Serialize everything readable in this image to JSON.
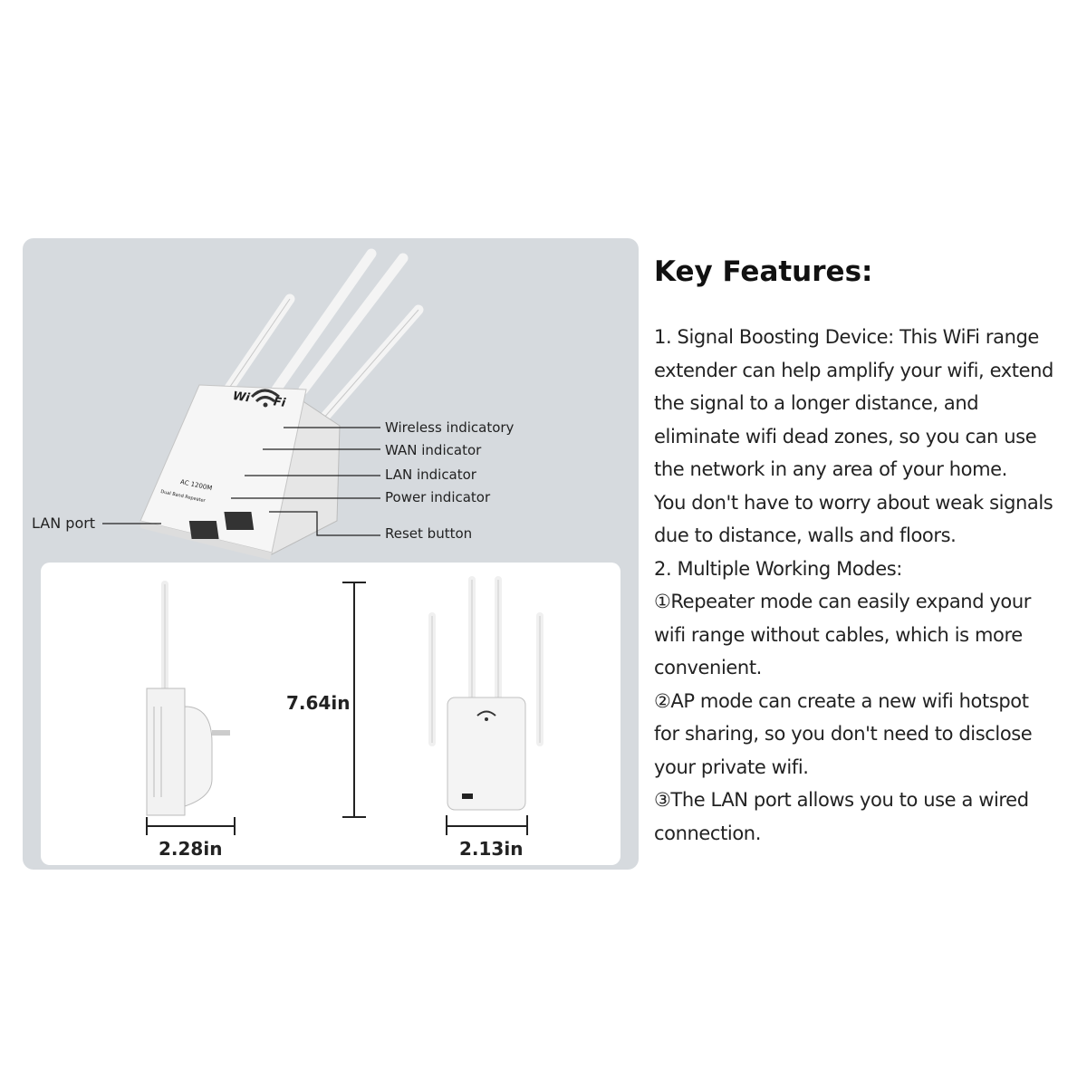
{
  "device": {
    "brand_lettering": "Wi Fi",
    "model_lettering": "AC 1200M",
    "type_lettering": "Dual Band Repeater"
  },
  "callouts": {
    "wireless": "Wireless indicatory",
    "wan": "WAN indicator",
    "lan": "LAN indicator",
    "power": "Power indicator",
    "reset": "Reset button",
    "lan_port": "LAN port"
  },
  "dimensions": {
    "height": "7.64in",
    "depth": "2.28in",
    "width": "2.13in"
  },
  "features": {
    "title": "Key Features:",
    "lines": [
      "1. Signal Boosting Device: This WiFi range",
      "extender can help amplify your wifi, extend",
      "the signal to a longer distance, and",
      "eliminate wifi dead zones, so you can use",
      "the network in any area of your home.",
      "You don't have to worry about weak signals",
      " due to distance, walls and floors.",
      "2. Multiple Working Modes:",
      "①Repeater mode can easily expand your",
      "wifi range without cables, which is more",
      " convenient.",
      "②AP mode can create a new wifi hotspot",
      "for sharing, so you don't need to disclose",
      "your private wifi.",
      "③The LAN port allows you to use a wired",
      "connection."
    ]
  }
}
